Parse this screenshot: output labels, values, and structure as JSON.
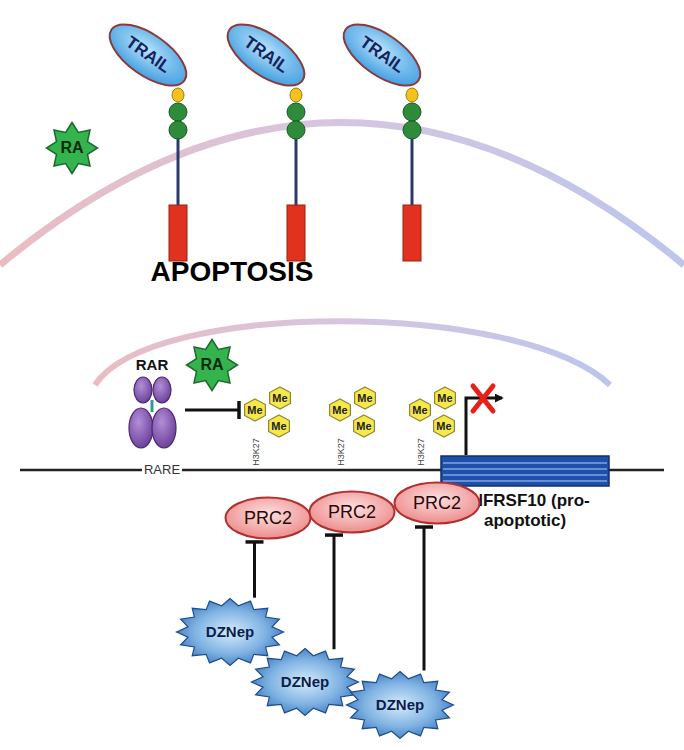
{
  "diagram": {
    "nodes": [
      {
        "text": [
          "TRAIL"
        ]
      },
      {
        "text": [
          "TRAIL"
        ]
      },
      {
        "text": [
          "TRAIL"
        ]
      },
      {
        "text": [
          "RA"
        ]
      },
      {
        "text": [
          "RAR"
        ]
      },
      {
        "text": [
          "RA"
        ]
      },
      {
        "text": [
          "Me"
        ]
      },
      {
        "text": [
          "Me"
        ]
      },
      {
        "text": [
          "Me"
        ]
      },
      {
        "text": [
          "Me"
        ]
      },
      {
        "text": [
          "Me"
        ]
      },
      {
        "text": [
          "Me"
        ]
      },
      {
        "text": [
          "Me"
        ]
      },
      {
        "text": [
          "Me"
        ]
      },
      {
        "text": [
          "Me"
        ]
      },
      {
        "text": [
          "TNFRSF10 (pro-apoptotic)"
        ]
      },
      {
        "text": [
          "PRC2"
        ]
      },
      {
        "text": [
          "PRC2"
        ]
      },
      {
        "text": [
          "PRC2"
        ]
      },
      {
        "text": [
          "DZNep"
        ]
      },
      {
        "text": [
          "DZNep"
        ]
      },
      {
        "text": [
          "DZNep"
        ]
      }
    ],
    "edges": [
      {
        "from": 4,
        "to": 6,
        "arrow": "to"
      },
      {
        "from": 19,
        "to": 16,
        "arrow": "to"
      },
      {
        "from": 20,
        "to": 17,
        "arrow": "to"
      },
      {
        "from": 21,
        "to": 18,
        "arrow": "to"
      }
    ],
    "labels": [
      "APOPTOSIS",
      "H3K27",
      "H3K27",
      "H3K27",
      "RARE"
    ]
  }
}
